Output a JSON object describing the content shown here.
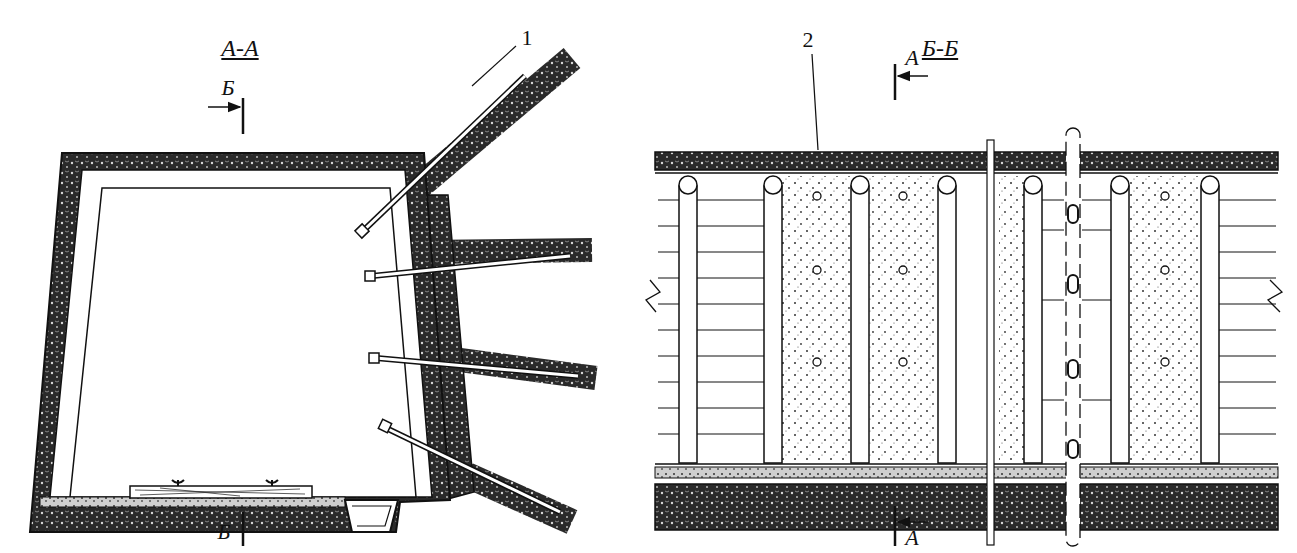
{
  "diagram": {
    "labels": [
      "А-А",
      "Б",
      "Б",
      "1",
      "Б-Б",
      "2",
      "А",
      "А"
    ]
  }
}
